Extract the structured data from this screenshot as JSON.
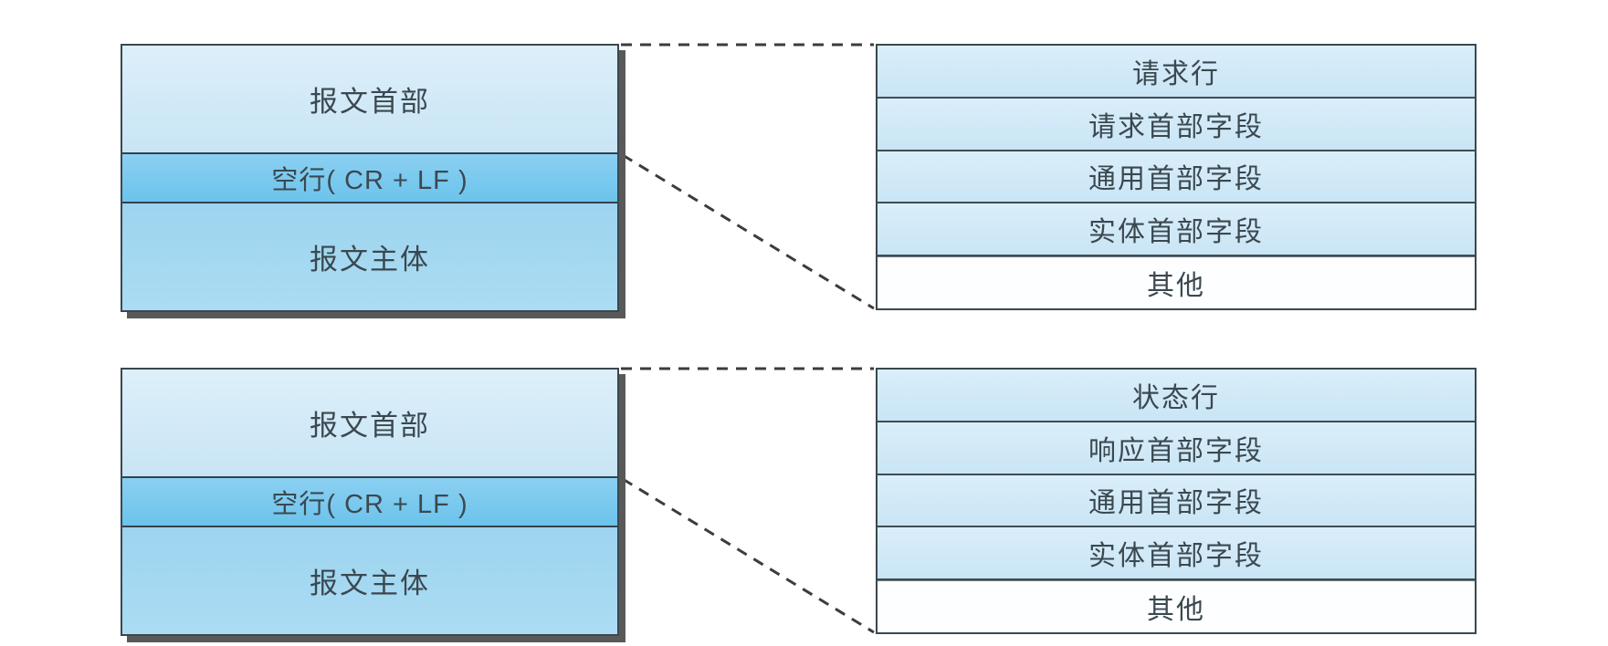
{
  "diagrams": [
    {
      "name": "http-request-message",
      "message_box": {
        "header_label": "报文首部",
        "blank_line_label": "空行( CR + LF )",
        "body_label": "报文主体"
      },
      "detail_rows": [
        {
          "label": "请求行"
        },
        {
          "label": "请求首部字段"
        },
        {
          "label": "通用首部字段"
        },
        {
          "label": "实体首部字段"
        },
        {
          "label": "其他"
        }
      ]
    },
    {
      "name": "http-response-message",
      "message_box": {
        "header_label": "报文首部",
        "blank_line_label": "空行( CR + LF )",
        "body_label": "报文主体"
      },
      "detail_rows": [
        {
          "label": "状态行"
        },
        {
          "label": "响应首部字段"
        },
        {
          "label": "通用首部字段"
        },
        {
          "label": "实体首部字段"
        },
        {
          "label": "其他"
        }
      ]
    }
  ],
  "colors": {
    "header_fill_top": "#ddeffa",
    "header_fill_bottom": "#c8e5f5",
    "blank_line_fill": "#79c8ee",
    "body_fill": "#a4d8f1",
    "detail_row_fill": "#d2e9f7",
    "other_row_fill": "#fdfeff",
    "border": "#3a474f",
    "shadow": "#595959",
    "dashed_line": "#3c3c3c",
    "text": "#3b4850",
    "background": "#ffffff"
  }
}
